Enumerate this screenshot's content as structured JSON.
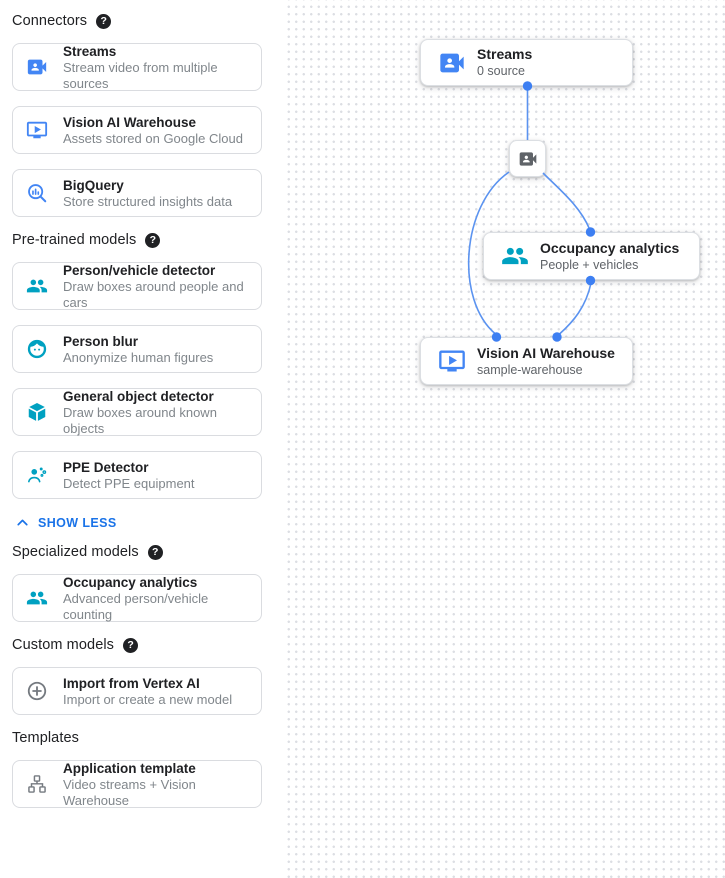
{
  "glyphs": {
    "help": "?"
  },
  "sidebar": {
    "sections": [
      {
        "title": "Connectors",
        "items": [
          {
            "title": "Streams",
            "subtitle": "Stream video from multiple sources"
          },
          {
            "title": "Vision AI Warehouse",
            "subtitle": "Assets stored on Google Cloud"
          },
          {
            "title": "BigQuery",
            "subtitle": "Store structured insights data"
          }
        ]
      },
      {
        "title": "Pre-trained models",
        "items": [
          {
            "title": "Person/vehicle detector",
            "subtitle": "Draw boxes around people and cars"
          },
          {
            "title": "Person blur",
            "subtitle": "Anonymize human figures"
          },
          {
            "title": "General object detector",
            "subtitle": "Draw boxes around known objects"
          },
          {
            "title": "PPE Detector",
            "subtitle": "Detect PPE equipment"
          }
        ],
        "toggle_label": "SHOW LESS"
      },
      {
        "title": "Specialized models",
        "items": [
          {
            "title": "Occupancy analytics",
            "subtitle": "Advanced person/vehicle counting"
          }
        ]
      },
      {
        "title": "Custom models",
        "items": [
          {
            "title": "Import from Vertex AI",
            "subtitle": "Import or create a new model"
          }
        ]
      },
      {
        "title": "Templates",
        "items": [
          {
            "title": "Application template",
            "subtitle": "Video streams + Vision Warehouse"
          }
        ]
      }
    ]
  },
  "canvas": {
    "nodes": {
      "streams": {
        "title": "Streams",
        "subtitle": "0 source"
      },
      "occupancy": {
        "title": "Occupancy analytics",
        "subtitle": "People + vehicles"
      },
      "warehouse": {
        "title": "Vision AI Warehouse",
        "subtitle": "sample-warehouse"
      }
    }
  },
  "colors": {
    "accent-blue": "#4285f4",
    "accent-teal": "#00a1c1",
    "icon-gray": "#5f6368",
    "link-blue": "#1a73e8",
    "edge-blue": "#5b93f0",
    "edge-dot": "#3d7ff2",
    "card-border": "#dadce0",
    "title-text": "#202124",
    "subtitle-text": "#80868b"
  }
}
